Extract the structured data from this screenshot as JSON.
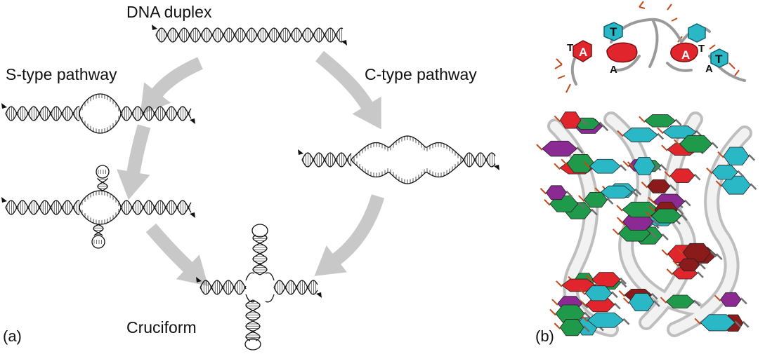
{
  "labels": {
    "dna_duplex": "DNA duplex",
    "s_type": "S-type pathway",
    "c_type": "C-type pathway",
    "cruciform": "Cruciform",
    "panel_a": "(a)",
    "panel_b": "(b)"
  },
  "bases": {
    "t1": "T",
    "a1": "A",
    "t2": "T",
    "a2": "A",
    "a3": "A",
    "t3": "T",
    "a4": "A",
    "t4": "T"
  },
  "colors": {
    "arrow": "#c8c8c8",
    "strand": "#111111",
    "adenine": "#e0262c",
    "thymine": "#2ab7c6",
    "guanine": "#1f9a4a",
    "cytosine": "#8b2a93",
    "dark_red": "#8b1a1a",
    "backbone": "#d8d8d8",
    "phosphate": "#c24a1c"
  }
}
